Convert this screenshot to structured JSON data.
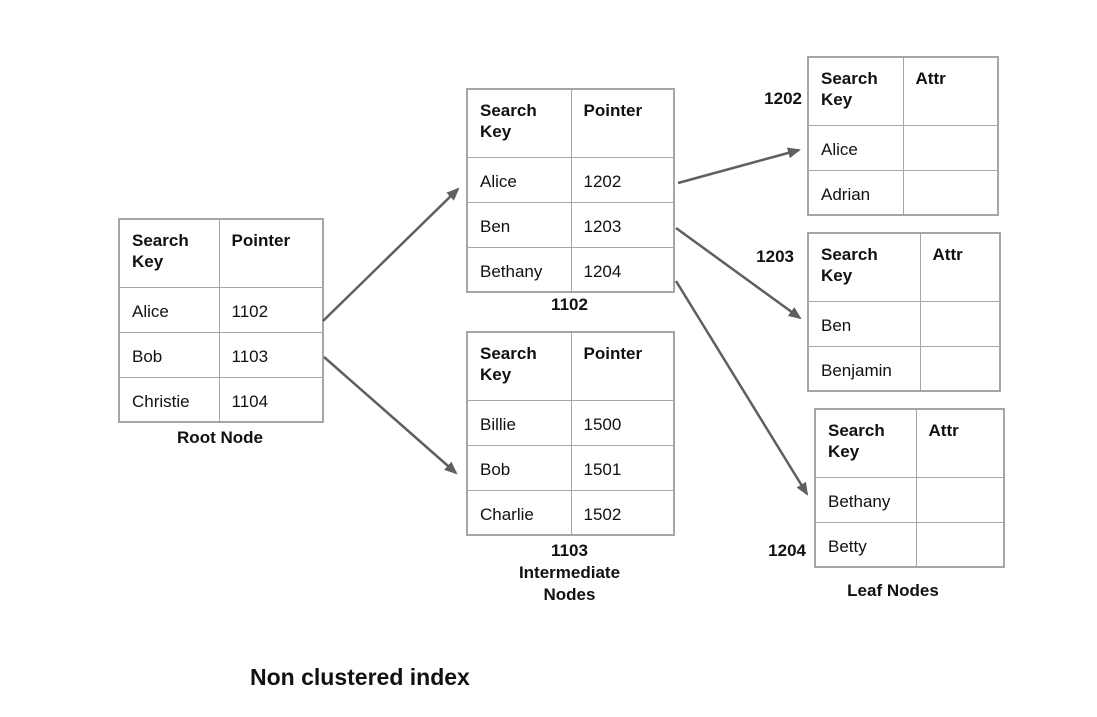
{
  "diagram_title": "Non clustered index",
  "colors": {
    "border": "#a6a6a6",
    "arrow": "#5f5f5f",
    "ink": "#111111",
    "bg": "#ffffff"
  },
  "root": {
    "caption": "Root Node",
    "headers": [
      "Search Key",
      "Pointer"
    ],
    "rows": [
      [
        "Alice",
        "1102"
      ],
      [
        "Bob",
        "1103"
      ],
      [
        "Christie",
        "1104"
      ]
    ]
  },
  "node_1102": {
    "caption": "1102",
    "headers": [
      "Search Key",
      "Pointer"
    ],
    "rows": [
      [
        "Alice",
        "1202"
      ],
      [
        "Ben",
        "1203"
      ],
      [
        "Bethany",
        "1204"
      ]
    ]
  },
  "node_1103": {
    "caption_lines": [
      "1103",
      "Intermediate",
      "Nodes"
    ],
    "headers": [
      "Search Key",
      "Pointer"
    ],
    "rows": [
      [
        "Billie",
        "1500"
      ],
      [
        "Bob",
        "1501"
      ],
      [
        "Charlie",
        "1502"
      ]
    ]
  },
  "leaf_1202": {
    "side_label": "1202",
    "headers": [
      "Search Key",
      "Attr"
    ],
    "rows": [
      [
        "Alice",
        ""
      ],
      [
        "Adrian",
        ""
      ]
    ]
  },
  "leaf_1203": {
    "side_label": "1203",
    "headers": [
      "Search Key",
      "Attr"
    ],
    "rows": [
      [
        "Ben",
        ""
      ],
      [
        "Benjamin",
        ""
      ]
    ]
  },
  "leaf_1204": {
    "side_label": "1204",
    "headers": [
      "Search Key",
      "Attr"
    ],
    "rows": [
      [
        "Bethany",
        ""
      ],
      [
        "Betty",
        ""
      ]
    ]
  },
  "leaf_group_caption": "Leaf Nodes"
}
